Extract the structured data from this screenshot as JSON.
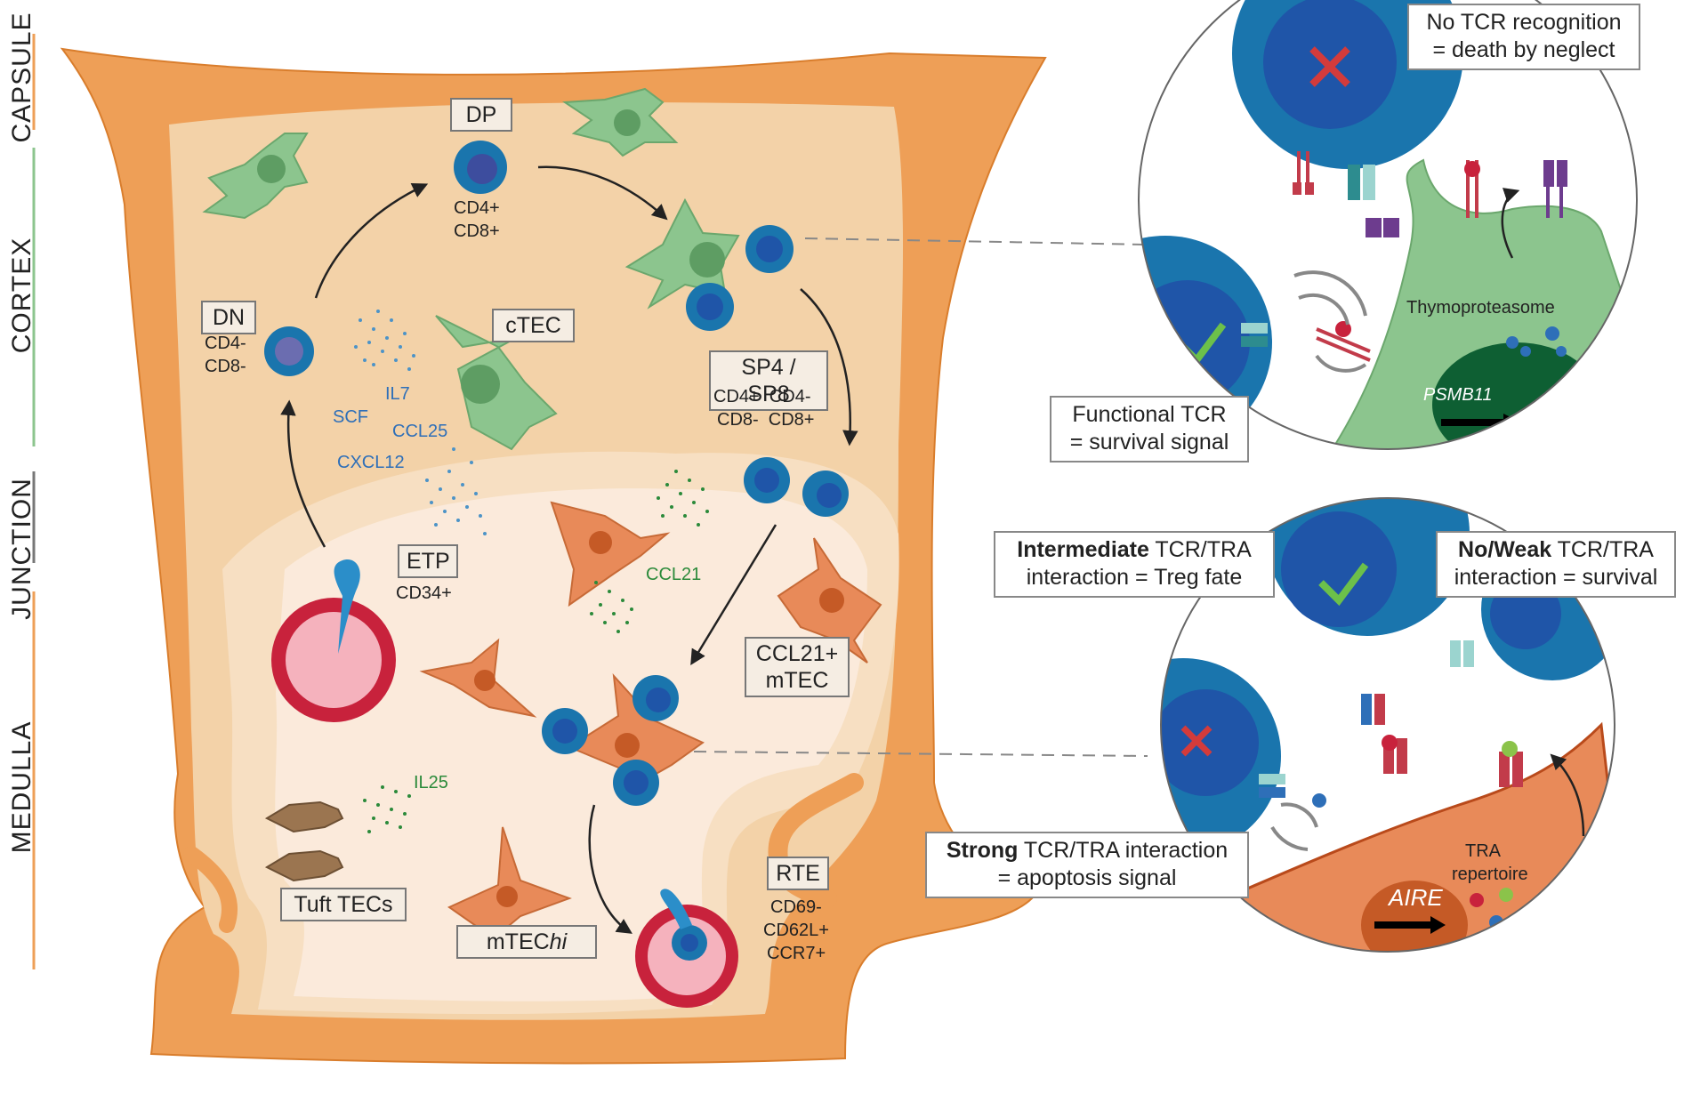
{
  "zones": {
    "capsule": "CAPSULE",
    "cortex": "CORTEX",
    "junction": "JUNCTION",
    "medulla": "MEDULLA"
  },
  "cells": {
    "dp": {
      "label": "DP",
      "markers": [
        "CD4+",
        "CD8+"
      ]
    },
    "dn": {
      "label": "DN",
      "markers": [
        "CD4-",
        "CD8-"
      ]
    },
    "ctec": {
      "label": "cTEC"
    },
    "sp": {
      "label": "SP4 / SP8",
      "markers": [
        "CD4+  CD4-",
        "CD8-  CD8+"
      ]
    },
    "etp": {
      "label": "ETP",
      "markers": [
        "CD34+"
      ]
    },
    "ccl21_mtec": {
      "label_line1": "CCL21+",
      "label_line2": "mTEC"
    },
    "tuft": {
      "label": "Tuft TECs"
    },
    "mtechi": {
      "label_main": "mTEC",
      "label_italic": "hi"
    },
    "rte": {
      "label": "RTE",
      "markers": [
        "CD69-",
        "CD62L+",
        "CCR7+"
      ]
    }
  },
  "cytokines": {
    "il7": "IL7",
    "scf": "SCF",
    "ccl25": "CCL25",
    "cxcl12": "CXCL12",
    "ccl21": "CCL21",
    "il25": "IL25"
  },
  "insets": {
    "cortex": {
      "no_tcr_line1": "No TCR recognition",
      "no_tcr_line2": "= death by neglect",
      "functional_line1": "Functional TCR",
      "functional_line2": "= survival signal",
      "thymoproteasome": "Thymoproteasome",
      "gene": "PSMB11"
    },
    "medulla": {
      "intermediate_bold": "Intermediate",
      "intermediate_rest": " TCR/TRA",
      "intermediate_line2": "interaction = Treg fate",
      "weak_bold": "No/Weak",
      "weak_rest": " TCR/TRA",
      "weak_line2": "interaction = survival",
      "strong_bold": "Strong",
      "strong_rest": " TCR/TRA interaction",
      "strong_line2": "= apoptosis signal",
      "tra_line1": "TRA",
      "tra_line2": "repertoire",
      "gene": "AIRE"
    }
  },
  "colors": {
    "capsule_orange": "#ee9f57",
    "cortex_bg": "#f3d2a8",
    "medulla_bg": "#fbeadb",
    "ctec_green": "#8cc58e",
    "mtec_orange": "#e88a59",
    "thymocyte_blue": "#1a75ad",
    "vessel_red": "#c8223c",
    "cytokine_blue": "#2e6fb8",
    "cytokine_green": "#2b8a3a"
  }
}
